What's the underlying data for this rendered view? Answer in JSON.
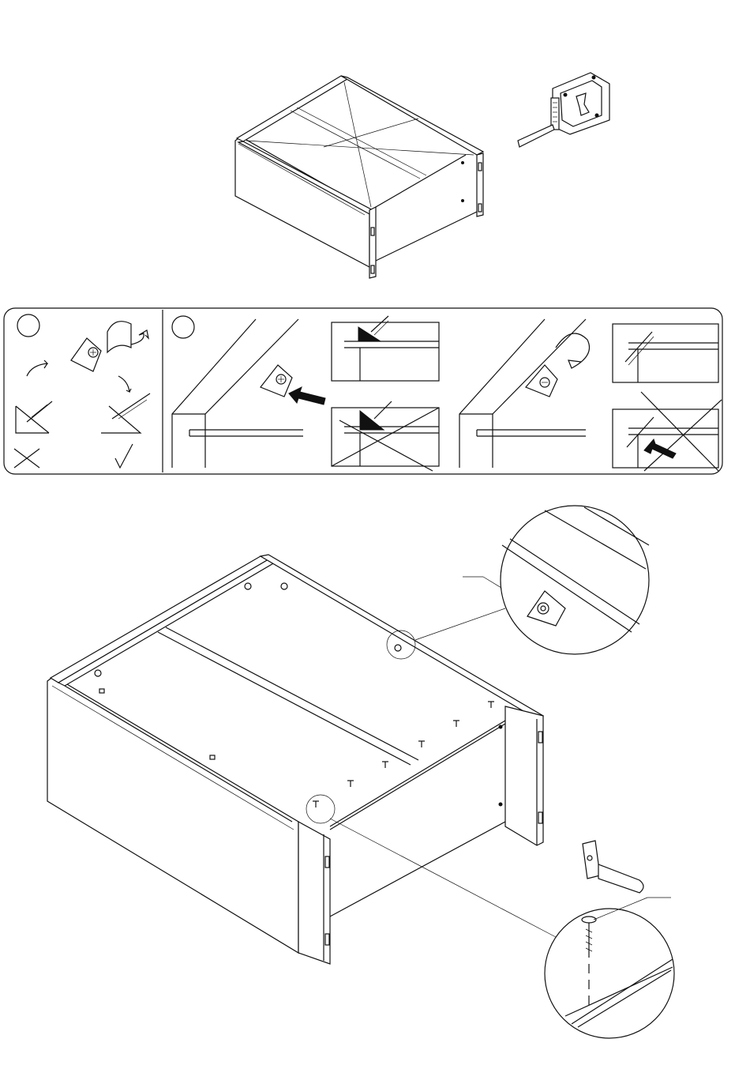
{
  "document": {
    "type": "assembly-instructions",
    "sections": [
      {
        "id": "overview",
        "content": "carcass-assembled-with-tape-measure"
      },
      {
        "id": "detail-strip",
        "steps": [
          {
            "number_circle": ""
          },
          {
            "number_circle": ""
          }
        ]
      },
      {
        "id": "main-assembly",
        "callouts": [
          "corner-block-detail",
          "nail-detail"
        ]
      }
    ],
    "icons": [
      "tape-measure-icon",
      "rotation-arrow-icon",
      "hammer-icon",
      "screw-icon",
      "push-arrow-icon"
    ],
    "colors": {
      "line": "#111111",
      "background": "#ffffff"
    }
  }
}
